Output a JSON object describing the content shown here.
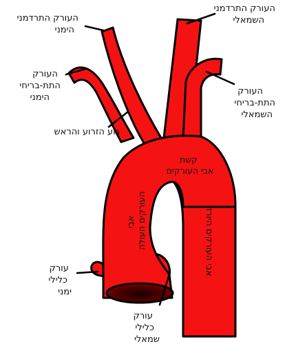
{
  "labels": {
    "right_common_carotid": [
      "העורק התרדמני",
      "הימני"
    ],
    "left_common_carotid": [
      "העורק התרדמני",
      "השמאלי"
    ],
    "right_subclavian": [
      "העורק",
      "התת-בריחי",
      "הימני"
    ],
    "left_subclavian": [
      "העורק",
      "התת-בריחי",
      "השמאלי"
    ],
    "brachiocephalic_trunk": [
      "גזע הזרוע והראש"
    ],
    "aortic_arch": [
      "קשת",
      "אבי העורקים"
    ],
    "ascending_aorta": [
      "אבי",
      "העורקים העולה"
    ],
    "descending_aorta": [
      "אבי העורקים היורד"
    ],
    "right_coronary": [
      "עורק",
      "כלילי",
      "ימני"
    ],
    "left_coronary": [
      "עורק",
      "כלילי",
      "שמאלי"
    ]
  },
  "colors": {
    "vessel": "#f51212",
    "outline": "#000000",
    "lumen": "#6b0000"
  }
}
